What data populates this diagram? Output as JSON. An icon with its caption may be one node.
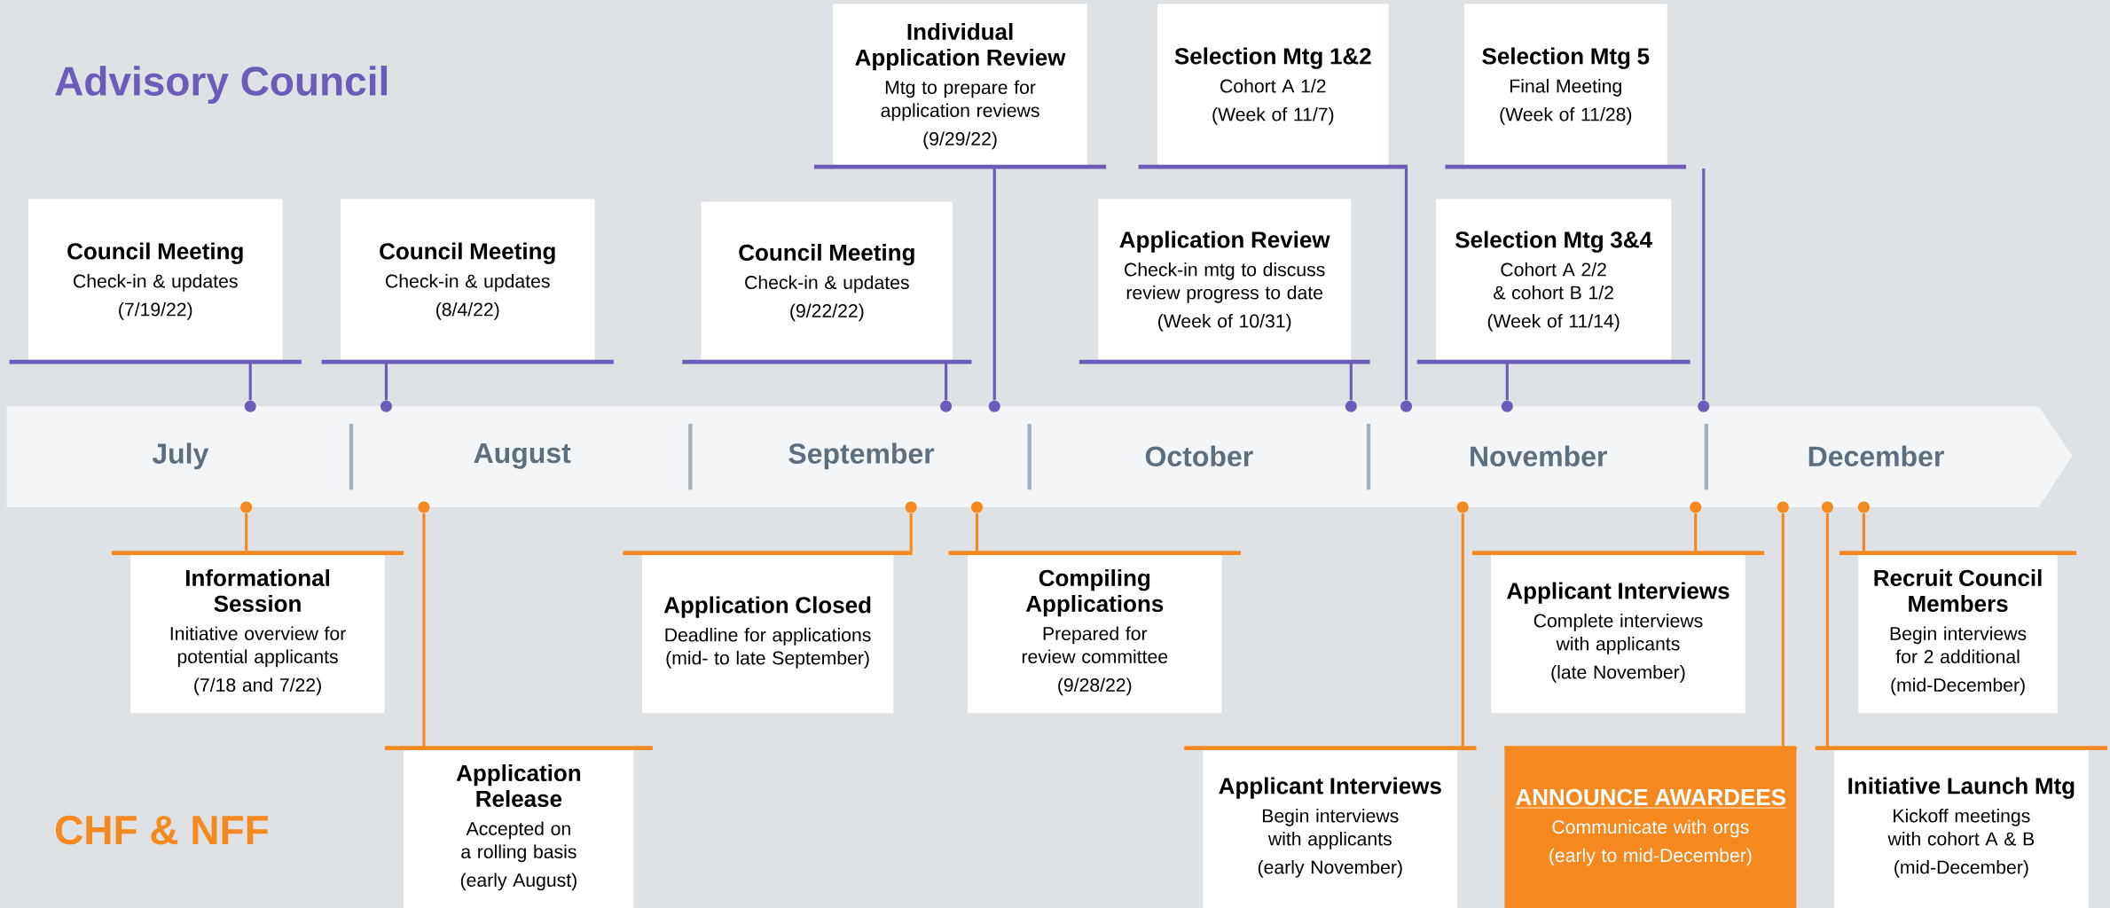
{
  "diagram": {
    "nodes": [
      {
        "text": [
          "July",
          "August",
          "September",
          "October",
          "November",
          "December"
        ]
      },
      {
        "text": [
          "Council Meeting",
          "Check-in & updates",
          "(7/19/22)"
        ]
      },
      {
        "text": [
          "Council Meeting",
          "Check-in & updates",
          "(8/4/22)"
        ]
      },
      {
        "text": [
          "Council Meeting",
          "Check-in & updates",
          "(9/22/22)"
        ]
      },
      {
        "text": [
          "Individual Application Review",
          "Mtg to prepare for application reviews",
          "(9/29/22)"
        ]
      },
      {
        "text": [
          "Application Review",
          "Check-in mtg to discuss review progress to date",
          "(Week of 10/31)"
        ]
      },
      {
        "text": [
          "Selection Mtg 1&2",
          "Cohort A 1/2",
          "(Week of 11/7)"
        ]
      },
      {
        "text": [
          "Selection Mtg 3&4",
          "Cohort A 2/2 & cohort B 1/2",
          "(Week of 11/14)"
        ]
      },
      {
        "text": [
          "Selection Mtg 5",
          "Final Meeting",
          "(Week of 11/28)"
        ]
      },
      {
        "text": [
          "Informational Session",
          "Initiative overview for potential applicants",
          "(7/18 and 7/22)"
        ]
      },
      {
        "text": [
          "Application Release",
          "Accepted on a rolling basis",
          "(early August)"
        ]
      },
      {
        "text": [
          "Application Closed",
          "Deadline for applications (mid- to late September)"
        ]
      },
      {
        "text": [
          "Compiling Applications",
          "Prepared for review committee",
          "(9/28/22)"
        ]
      },
      {
        "text": [
          "Applicant Interviews",
          "Complete interviews with applicants",
          "(late November)"
        ]
      },
      {
        "text": [
          "Recruit Council Members",
          "Begin interviews for 2 additional",
          "(mid-December)"
        ]
      },
      {
        "text": [
          "Applicant Interviews",
          "Begin interviews with applicants",
          "(early November)"
        ]
      },
      {
        "text": [
          "ANNOUNCE AWARDEES",
          "Communicate with orgs",
          "(early to mid-December)"
        ]
      },
      {
        "text": [
          "Initiative Launch Mtg",
          "Kickoff meetings with cohort A & B",
          "(mid-December)"
        ]
      },
      {
        "text": [],
        "shape": "circle"
      },
      {
        "text": [],
        "shape": "circle"
      },
      {
        "text": [],
        "shape": "circle"
      },
      {
        "text": [],
        "shape": "circle"
      },
      {
        "text": [],
        "shape": "circle"
      },
      {
        "text": [],
        "shape": "circle"
      },
      {
        "text": [],
        "shape": "circle"
      },
      {
        "text": [],
        "shape": "circle"
      },
      {
        "text": [],
        "shape": "circle"
      },
      {
        "text": [],
        "shape": "circle"
      },
      {
        "text": [],
        "shape": "circle"
      },
      {
        "text": [],
        "shape": "circle"
      },
      {
        "text": [],
        "shape": "circle"
      },
      {
        "text": [],
        "shape": "circle"
      },
      {
        "text": [],
        "shape": "circle"
      },
      {
        "text": [],
        "shape": "circle"
      },
      {
        "text": [],
        "shape": "circle"
      }
    ],
    "edges": [
      {
        "from": 1,
        "to": 19,
        "arrow": "none",
        "color": "#6a5cb8"
      },
      {
        "from": 2,
        "to": 20,
        "arrow": "none",
        "color": "#6a5cb8"
      },
      {
        "from": 3,
        "to": 23,
        "arrow": "none",
        "color": "#6a5cb8"
      },
      {
        "from": 4,
        "to": 25,
        "arrow": "none",
        "color": "#6a5cb8"
      },
      {
        "from": 5,
        "to": 26,
        "arrow": "none",
        "color": "#6a5cb8"
      },
      {
        "from": 6,
        "to": 27,
        "arrow": "none",
        "color": "#6a5cb8"
      },
      {
        "from": 7,
        "to": 29,
        "arrow": "none",
        "color": "#6a5cb8"
      },
      {
        "from": 8,
        "to": 31,
        "arrow": "none",
        "color": "#6a5cb8"
      },
      {
        "from": 9,
        "to": 18,
        "arrow": "none"
      },
      {
        "from": 10,
        "to": 21,
        "arrow": "none"
      },
      {
        "from": 11,
        "to": 22,
        "arrow": "none"
      },
      {
        "from": 12,
        "to": 24,
        "arrow": "none"
      },
      {
        "from": 13,
        "to": 30,
        "arrow": "none"
      },
      {
        "from": 14,
        "to": 34,
        "arrow": "none"
      },
      {
        "from": 15,
        "to": 28,
        "arrow": "none"
      },
      {
        "from": 16,
        "to": 32,
        "arrow": "none"
      },
      {
        "from": 17,
        "to": 33,
        "arrow": "none"
      }
    ],
    "labels": [
      "Advisory Council",
      "CHF & NFF"
    ]
  }
}
